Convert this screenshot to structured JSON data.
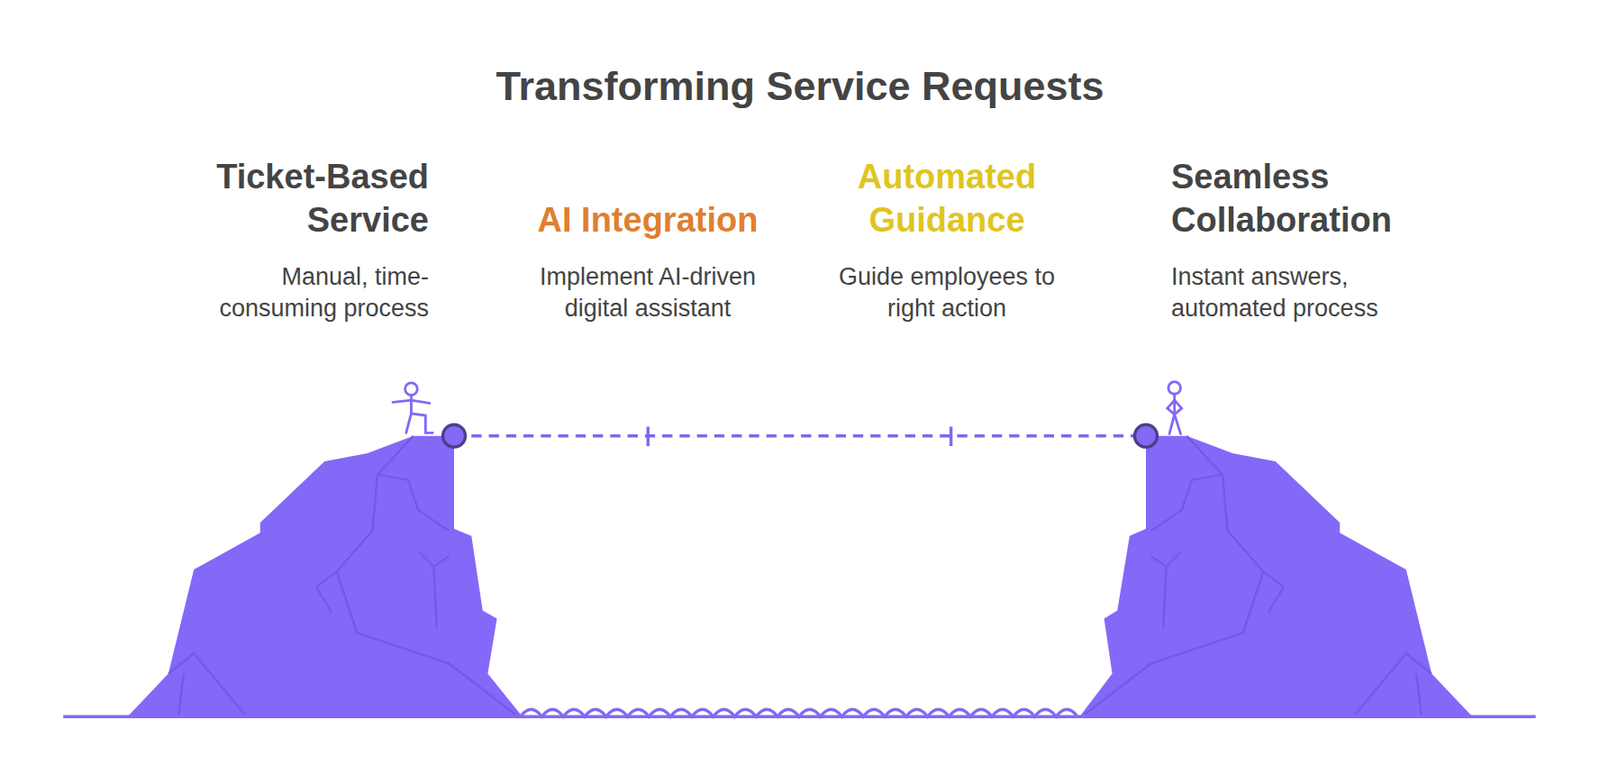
{
  "diagram": {
    "title": "Transforming Service Requests",
    "nodes": [
      {
        "text": [
          "Ticket-Based Service",
          "Manual, time-consuming process"
        ]
      },
      {
        "text": [
          "AI Integration",
          "Implement AI-driven digital assistant"
        ]
      },
      {
        "text": [
          "Automated Guidance",
          "Guide employees to right action"
        ]
      },
      {
        "text": [
          "Seamless Collaboration",
          "Instant answers, automated process"
        ]
      }
    ]
  }
}
